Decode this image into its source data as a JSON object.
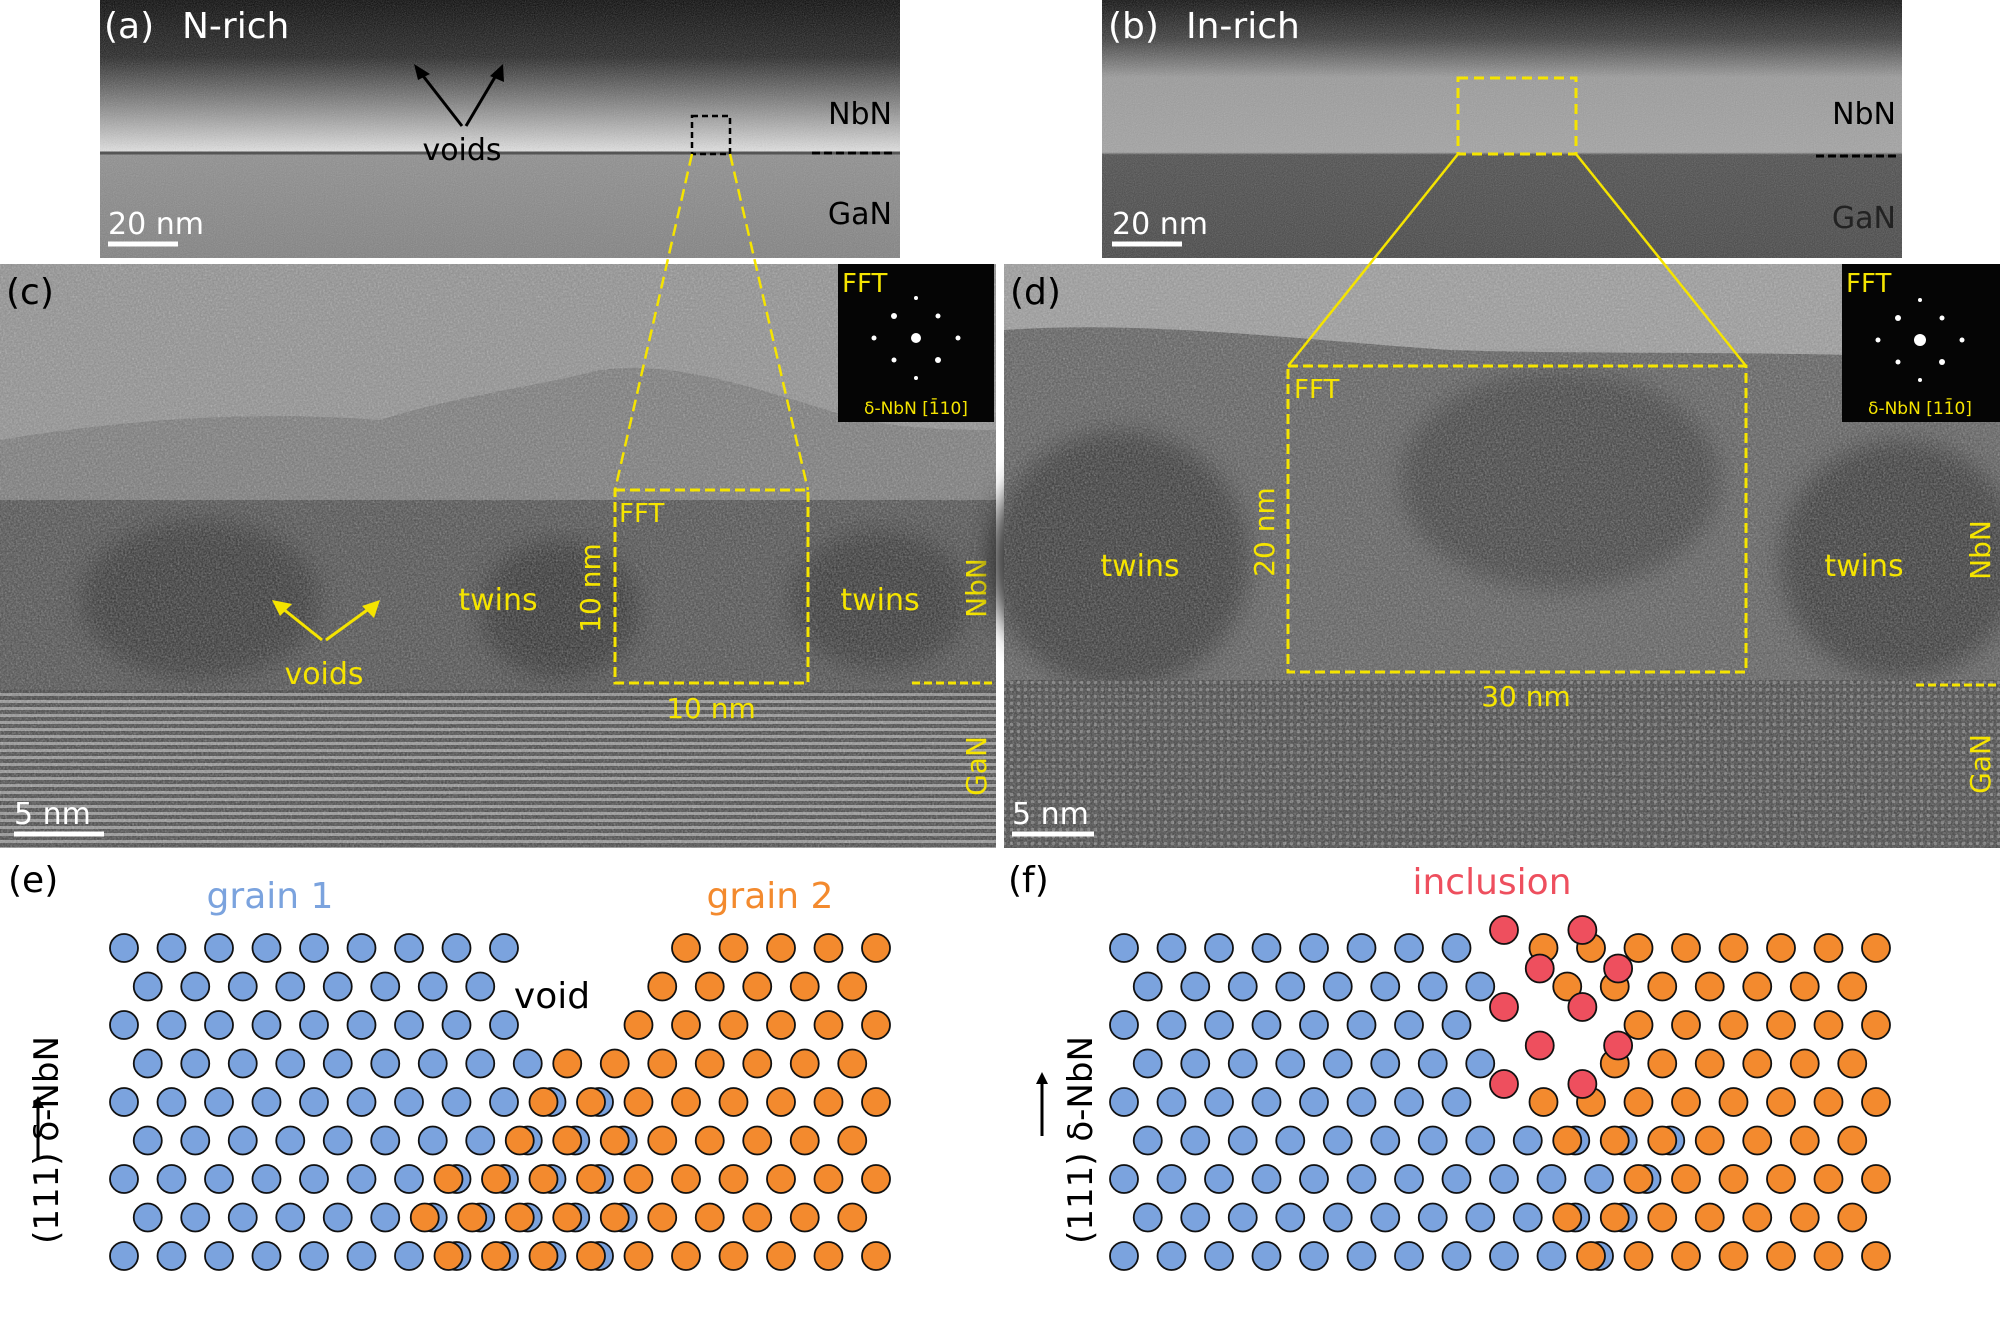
{
  "panels": {
    "a": {
      "tag": "(a)",
      "title": "N-rich",
      "voids": "voids",
      "nbn": "NbN",
      "gan": "GaN",
      "scale": "20 nm"
    },
    "b": {
      "tag": "(b)",
      "title": "In-rich",
      "nbn": "NbN",
      "gan": "GaN",
      "scale": "20 nm"
    },
    "c": {
      "tag": "(c)",
      "fft_label": "FFT",
      "fft_zone": "δ-NbN [1̄10]",
      "box_label": "FFT",
      "box_w": "10 nm",
      "box_h": "10 nm",
      "twins_left": "twins",
      "twins_right": "twins",
      "voids": "voids",
      "nbn": "NbN",
      "gan": "GaN",
      "scale": "5 nm"
    },
    "d": {
      "tag": "(d)",
      "fft_label": "FFT",
      "fft_zone": "δ-NbN [11̄0]",
      "box_label": "FFT",
      "box_w": "30 nm",
      "box_h": "20 nm",
      "twins_left": "twins",
      "twins_right": "twins",
      "nbn": "NbN",
      "gan": "GaN",
      "scale": "5 nm"
    },
    "e": {
      "tag": "(e)",
      "grain1": "grain 1",
      "grain2": "grain 2",
      "void": "void",
      "axis": "(111) δ-NbN"
    },
    "f": {
      "tag": "(f)",
      "inclusion": "inclusion",
      "axis": "(111) δ-NbN"
    }
  },
  "colors": {
    "grain1": "#7ba3de",
    "grain2": "#f38a2e",
    "inclusion": "#ee4f5e",
    "annotation": "#f5e400",
    "atom_stroke": "#111111"
  },
  "lattice": {
    "e": {
      "rows": [
        {
          "shift": false,
          "blue": 9,
          "orange": 5
        },
        {
          "shift": true,
          "blue": 8,
          "orange": 5
        },
        {
          "shift": false,
          "blue": 9,
          "orange": 6
        },
        {
          "shift": true,
          "blue": 9,
          "orange": 7
        },
        {
          "shift": false,
          "blue": 11,
          "orange": 8
        },
        {
          "shift": true,
          "blue": 11,
          "orange": 8
        },
        {
          "shift": false,
          "blue": 11,
          "orange": 10
        },
        {
          "shift": true,
          "blue": 11,
          "orange": 10
        },
        {
          "shift": false,
          "blue": 11,
          "orange": 10
        }
      ]
    },
    "f": {
      "rows": [
        {
          "shift": false,
          "blue": 8,
          "red": 2,
          "orange": 8
        },
        {
          "shift": true,
          "blue": 8,
          "red": 2,
          "orange": 7
        },
        {
          "shift": false,
          "blue": 8,
          "red": 2,
          "orange": 6
        },
        {
          "shift": true,
          "blue": 8,
          "red": 2,
          "orange": 6
        },
        {
          "shift": false,
          "blue": 8,
          "red": 2,
          "orange": 8
        },
        {
          "shift": true,
          "blue": 12,
          "red": 0,
          "orange": 7
        },
        {
          "shift": false,
          "blue": 12,
          "red": 0,
          "orange": 6
        },
        {
          "shift": true,
          "blue": 11,
          "red": 0,
          "orange": 7
        },
        {
          "shift": false,
          "blue": 11,
          "red": 0,
          "orange": 7
        }
      ]
    }
  }
}
